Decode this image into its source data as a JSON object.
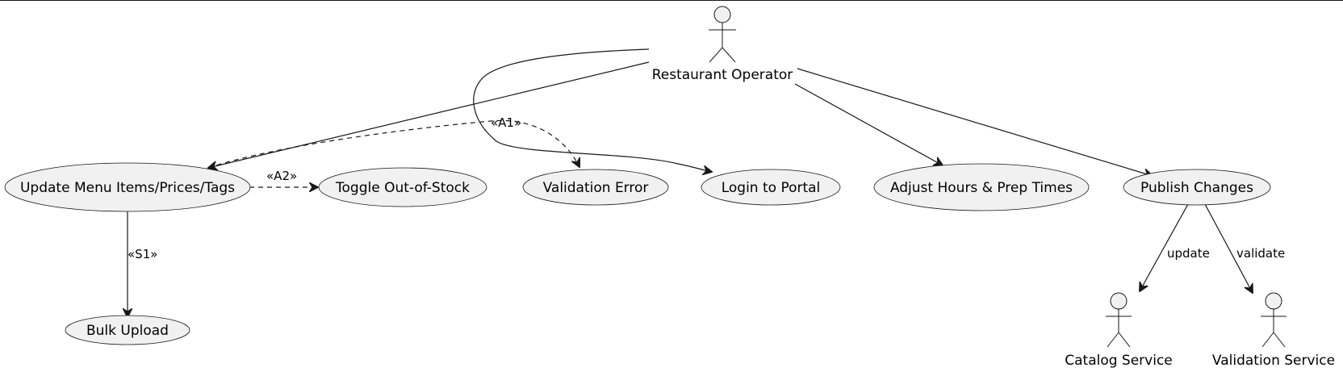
{
  "diagram": {
    "type": "use-case",
    "actors": [
      {
        "id": "operator",
        "name": "Restaurant Operator"
      },
      {
        "id": "catalog",
        "name": "Catalog Service"
      },
      {
        "id": "validation",
        "name": "Validation Service"
      }
    ],
    "use_cases": [
      {
        "id": "update_menu",
        "label": "Update Menu Items/Prices/Tags"
      },
      {
        "id": "toggle_oos",
        "label": "Toggle Out-of-Stock"
      },
      {
        "id": "validation_error",
        "label": "Validation Error"
      },
      {
        "id": "login",
        "label": "Login to Portal"
      },
      {
        "id": "adjust_hours",
        "label": "Adjust Hours & Prep Times"
      },
      {
        "id": "publish",
        "label": "Publish Changes"
      },
      {
        "id": "bulk_upload",
        "label": "Bulk Upload"
      }
    ],
    "relations": [
      {
        "from": "operator",
        "to": "update_menu",
        "style": "solid",
        "label": ""
      },
      {
        "from": "operator",
        "to": "login",
        "style": "solid",
        "label": ""
      },
      {
        "from": "operator",
        "to": "adjust_hours",
        "style": "solid",
        "label": ""
      },
      {
        "from": "operator",
        "to": "publish",
        "style": "solid",
        "label": ""
      },
      {
        "from": "update_menu",
        "to": "validation_error",
        "style": "dashed",
        "label": "«A1»"
      },
      {
        "from": "update_menu",
        "to": "toggle_oos",
        "style": "dashed",
        "label": "«A2»"
      },
      {
        "from": "update_menu",
        "to": "bulk_upload",
        "style": "solid",
        "label": "«S1»"
      },
      {
        "from": "publish",
        "to": "catalog",
        "style": "solid",
        "label": "update"
      },
      {
        "from": "publish",
        "to": "validation",
        "style": "solid",
        "label": "validate"
      }
    ]
  }
}
